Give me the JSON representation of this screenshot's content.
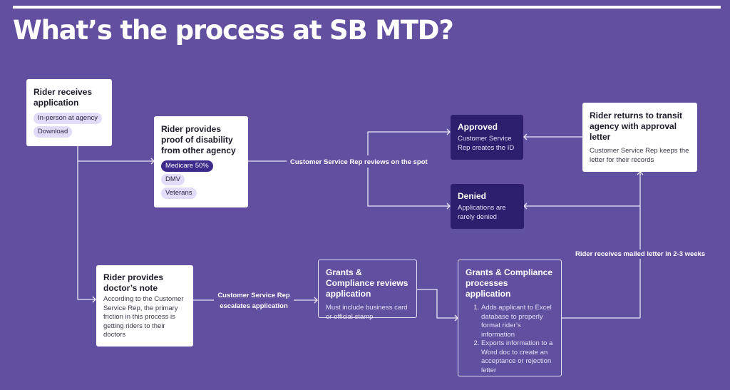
{
  "page": {
    "title": "What’s the process at SB MTD?",
    "colors": {
      "background": "#624fa0",
      "card_white": "#ffffff",
      "card_dark": "#2e1f6e",
      "chip": "#e3dcf8",
      "chip_selected": "#3d2a8a"
    }
  },
  "nodes": {
    "receives": {
      "title": "Rider receives application",
      "chips": [
        {
          "label": "In-person at agency",
          "selected": false
        },
        {
          "label": "Download",
          "selected": false
        }
      ]
    },
    "proof": {
      "title": "Rider provides proof of disability from other agency",
      "chips": [
        {
          "label": "Medicare 50%",
          "selected": true
        },
        {
          "label": "DMV",
          "selected": false
        },
        {
          "label": "Veterans",
          "selected": false
        }
      ]
    },
    "approved": {
      "title": "Approved",
      "body": "Customer Service Rep creates the ID"
    },
    "denied": {
      "title": "Denied",
      "body": "Applications are rarely denied"
    },
    "returns": {
      "title": "Rider returns to transit agency with approval letter",
      "body": "Customer Service Rep keeps the letter for their records"
    },
    "doctor": {
      "title": "Rider provides doctor’s note",
      "body": "According to the Customer Service Rep, the primary friction in this process is getting riders to their doctors"
    },
    "gc_review": {
      "title": "Grants & Compliance reviews application",
      "body": "Must include business card or official stamp"
    },
    "gc_process": {
      "title": "Grants & Compliance processes application",
      "steps": [
        "Adds applicant to Excel database to properly format rider’s information",
        "Exports information to a Word doc to create an acceptance or rejection letter"
      ]
    }
  },
  "edges": {
    "reviews_spot": "Customer Service Rep reviews on the spot",
    "escalates_1": "Customer Service Rep",
    "escalates_2": "escalates application",
    "mailed": "Rider receives mailed letter in 2-3 weeks"
  }
}
